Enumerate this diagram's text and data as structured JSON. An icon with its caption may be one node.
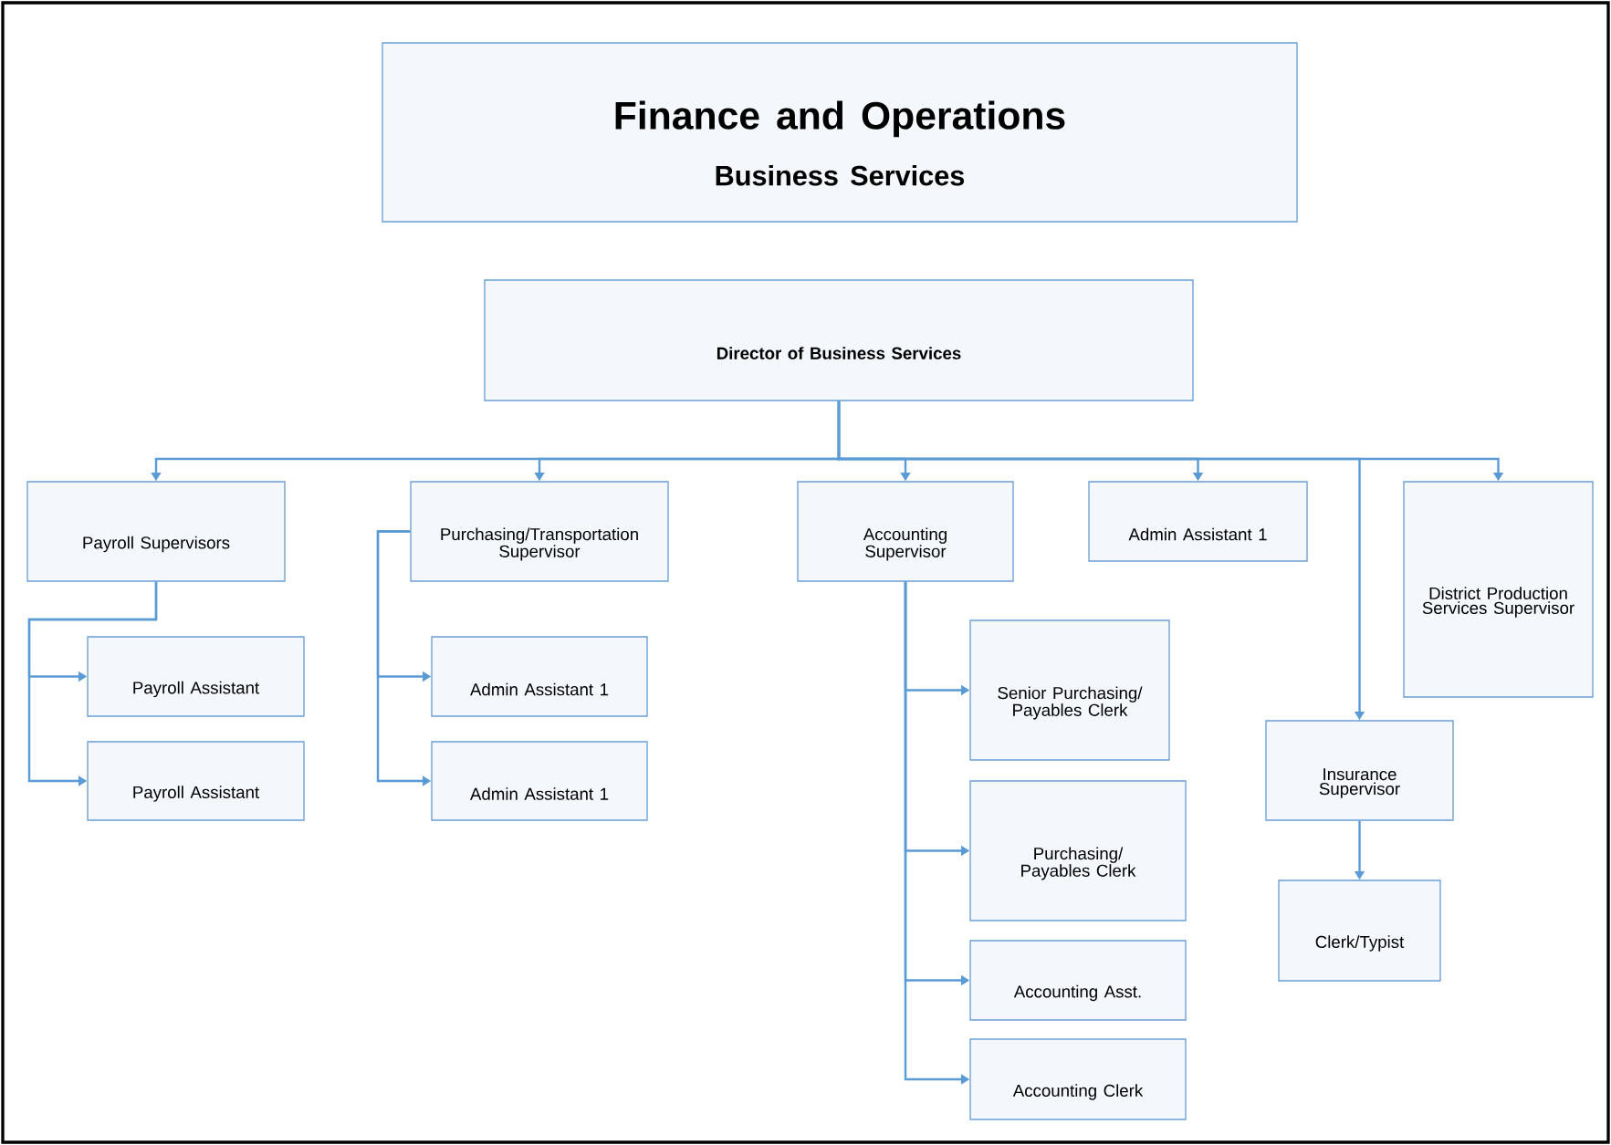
{
  "diagram": {
    "nodes": [
      {
        "text": [
          "Finance and Operations",
          "Business Services"
        ]
      },
      {
        "text": [
          "Director of Business Services"
        ]
      },
      {
        "text": [
          "Payroll Supervisors"
        ]
      },
      {
        "text": [
          "Purchasing/Transportation Supervisor"
        ]
      },
      {
        "text": [
          "Accounting Supervisor"
        ]
      },
      {
        "text": [
          "Admin Assistant 1"
        ]
      },
      {
        "text": [
          "District Production Services Supervisor"
        ]
      },
      {
        "text": [
          "Payroll Assistant"
        ]
      },
      {
        "text": [
          "Payroll Assistant"
        ]
      },
      {
        "text": [
          "Admin Assistant 1"
        ]
      },
      {
        "text": [
          "Admin Assistant 1"
        ]
      },
      {
        "text": [
          "Senior Purchasing/ Payables Clerk"
        ]
      },
      {
        "text": [
          "Purchasing/ Payables Clerk"
        ]
      },
      {
        "text": [
          "Accounting Asst."
        ]
      },
      {
        "text": [
          "Accounting Clerk"
        ]
      },
      {
        "text": [
          "Insurance Supervisor"
        ]
      },
      {
        "text": [
          "Clerk/Typist"
        ]
      }
    ],
    "edges": [
      {
        "from": 1,
        "to": 2,
        "arrow": "to"
      },
      {
        "from": 1,
        "to": 3,
        "arrow": "to"
      },
      {
        "from": 1,
        "to": 4,
        "arrow": "to"
      },
      {
        "from": 1,
        "to": 5,
        "arrow": "to"
      },
      {
        "from": 1,
        "to": 6,
        "arrow": "to"
      },
      {
        "from": 1,
        "to": 15,
        "arrow": "to"
      },
      {
        "from": 2,
        "to": 7,
        "arrow": "to"
      },
      {
        "from": 2,
        "to": 8,
        "arrow": "to"
      },
      {
        "from": 3,
        "to": 9,
        "arrow": "to"
      },
      {
        "from": 3,
        "to": 10,
        "arrow": "to"
      },
      {
        "from": 4,
        "to": 11,
        "arrow": "to"
      },
      {
        "from": 4,
        "to": 12,
        "arrow": "to"
      },
      {
        "from": 4,
        "to": 13,
        "arrow": "to"
      },
      {
        "from": 4,
        "to": 14,
        "arrow": "to"
      },
      {
        "from": 15,
        "to": 16,
        "arrow": "to"
      }
    ]
  }
}
